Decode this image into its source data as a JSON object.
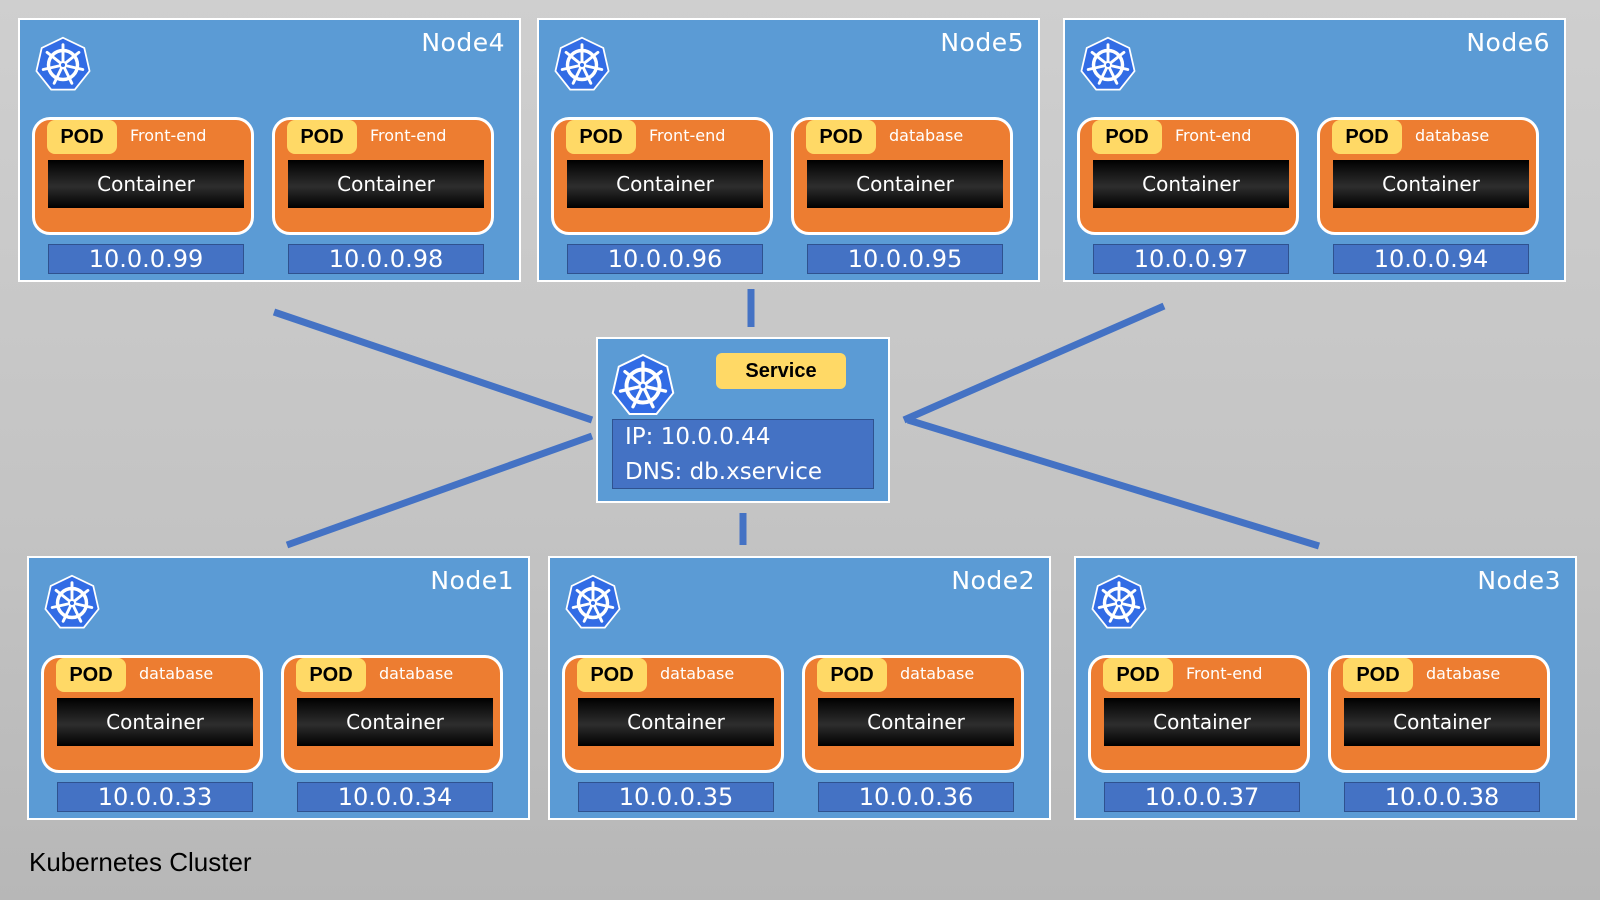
{
  "cluster_label": "Kubernetes Cluster",
  "colors": {
    "node_fill": "#5b9bd5",
    "pod_fill": "#ed7d31",
    "pod_badge": "#ffd966",
    "ip_fill": "#4472c4",
    "link_line": "#4472c4"
  },
  "icon": "kubernetes-helm-wheel-icon",
  "pod_badge": "POD",
  "container_label": "Container",
  "nodes": [
    {
      "title": "Node4",
      "pods": [
        {
          "type": "Front-end",
          "ip": "10.0.0.99"
        },
        {
          "type": "Front-end",
          "ip": "10.0.0.98"
        }
      ]
    },
    {
      "title": "Node5",
      "pods": [
        {
          "type": "Front-end",
          "ip": "10.0.0.96"
        },
        {
          "type": "database",
          "ip": "10.0.0.95"
        }
      ]
    },
    {
      "title": "Node6",
      "pods": [
        {
          "type": "Front-end",
          "ip": "10.0.0.97"
        },
        {
          "type": "database",
          "ip": "10.0.0.94"
        }
      ]
    },
    {
      "title": "Node1",
      "pods": [
        {
          "type": "database",
          "ip": "10.0.0.33"
        },
        {
          "type": "database",
          "ip": "10.0.0.34"
        }
      ]
    },
    {
      "title": "Node2",
      "pods": [
        {
          "type": "database",
          "ip": "10.0.0.35"
        },
        {
          "type": "database",
          "ip": "10.0.0.36"
        }
      ]
    },
    {
      "title": "Node3",
      "pods": [
        {
          "type": "Front-end",
          "ip": "10.0.0.37"
        },
        {
          "type": "database",
          "ip": "10.0.0.38"
        }
      ]
    }
  ],
  "service": {
    "label": "Service",
    "ip": "IP: 10.0.0.44",
    "dns": "DNS: db.xservice"
  }
}
